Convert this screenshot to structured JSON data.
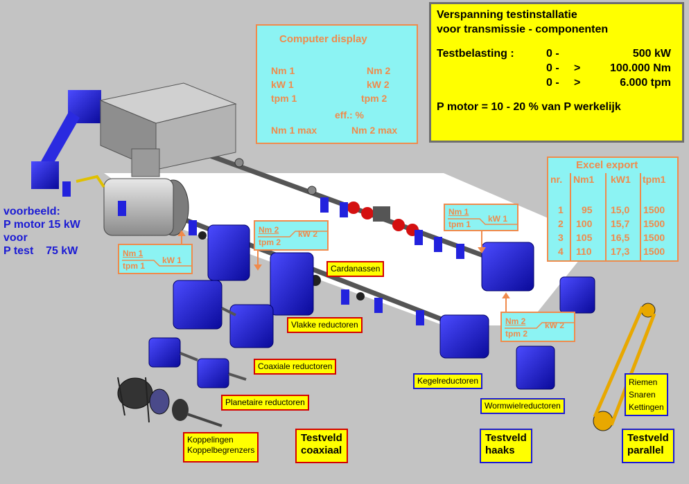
{
  "info_box": {
    "title_line1": "Verspanning testinstallatie",
    "title_line2": "voor transmissie - componenten",
    "testload_label": "Testbelasting :",
    "rows": [
      {
        "from": "0 -",
        "arrow": "",
        "value": "500 kW"
      },
      {
        "from": "0 -",
        "arrow": ">",
        "value": "100.000 Nm"
      },
      {
        "from": "0 -",
        "arrow": ">",
        "value": "6.000 tpm"
      }
    ],
    "motor_line": "P motor = 10 - 20 % van P werkelijk"
  },
  "computer_display": {
    "title": "Computer display",
    "nm1": "Nm  1",
    "nm2": "Nm 2",
    "kw1": "kW  1",
    "kw2": "kW 2",
    "tpm1": "tpm 1",
    "tpm2": "tpm 2",
    "eff": "eff.: %",
    "nm1max": "Nm 1 max",
    "nm2max": "Nm 2 max"
  },
  "excel_export": {
    "title": "Excel export",
    "headers": [
      "nr.",
      "Nm1",
      "kW1",
      "tpm1"
    ],
    "rows": [
      [
        "1",
        "95",
        "15,0",
        "1500"
      ],
      [
        "2",
        "100",
        "15,7",
        "1500"
      ],
      [
        "3",
        "105",
        "16,5",
        "1500"
      ],
      [
        "4",
        "110",
        "17,3",
        "1500"
      ]
    ]
  },
  "example": {
    "line1": "voorbeeld:",
    "line2": "P motor 15 kW",
    "line3": "voor",
    "line4_label": "P test",
    "line4_value": "75 kW"
  },
  "tags": {
    "left": {
      "nm": "Nm  1",
      "tpm": "tpm 1",
      "kw": "kW  1"
    },
    "center": {
      "nm": "Nm  2",
      "tpm": "tpm 2",
      "kw": "kW  2"
    },
    "right_top": {
      "nm": "Nm  1",
      "tpm": "tpm 1",
      "kw": "kW  1"
    },
    "right_bottom": {
      "nm": "Nm  2",
      "tpm": "tpm 2",
      "kw": "kW  2"
    }
  },
  "labels": {
    "cardanassen": "Cardanassen",
    "vlakke": "Vlakke reductoren",
    "coaxiale": "Coaxiale reductoren",
    "planetaire": "Planetaire reductoren",
    "koppelingen1": "Koppelingen",
    "koppelingen2": "Koppelbegrenzers",
    "testveld_coax1": "Testveld",
    "testveld_coax2": "coaxiaal",
    "kegel": "Kegelreductoren",
    "worm": "Wormwielreductoren",
    "testveld_haaks1": "Testveld",
    "testveld_haaks2": "haaks",
    "riemen1": "Riemen",
    "riemen2": "Snaren",
    "riemen3": "Kettingen",
    "testveld_par1": "Testveld",
    "testveld_par2": "parallel"
  },
  "colors": {
    "background": "#c3c3c3",
    "label_yellow": "#ffff00",
    "border_red": "#d40000",
    "border_blue": "#1a1ad4",
    "display_cyan": "#8cf3f3",
    "display_orange": "#f08a4b",
    "machine_blue": "#1e1ed2",
    "machine_grey": "#9a9a9a"
  }
}
